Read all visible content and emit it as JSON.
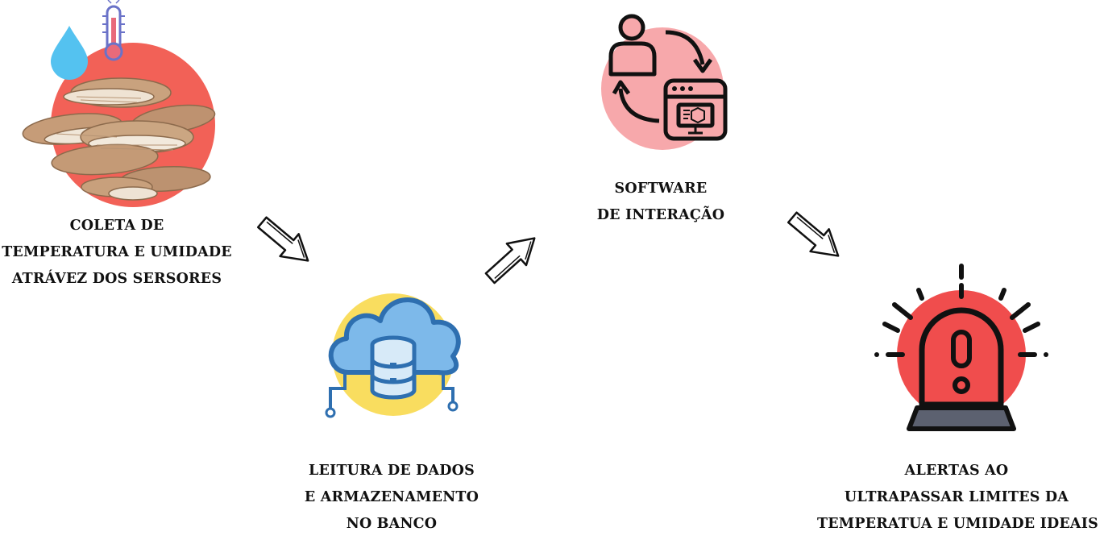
{
  "steps": [
    {
      "lines": [
        "COLETA DE",
        "TEMPERATURA E UMIDADE",
        "ATRÁVEZ DOS SERSORES"
      ]
    },
    {
      "lines": [
        "LEITURA DE DADOS",
        "E ARMAZENAMENTO",
        "NO BANCO"
      ]
    },
    {
      "lines": [
        "SOFTWARE",
        "DE INTERAÇÃO"
      ]
    },
    {
      "lines": [
        "ALERTAS AO",
        "ULTRAPASSAR LIMITES DA",
        "TEMPERATUA E UMIDADE IDEAIS"
      ]
    }
  ],
  "icons": {
    "step1": "mushroom-sensor-icon",
    "step2": "cloud-database-icon",
    "step3": "user-software-icon",
    "step4": "alarm-siren-icon",
    "connector": "hand-drawn-arrow-icon"
  },
  "colors": {
    "red_circle": "#F26157",
    "yellow_circle": "#F9DD5F",
    "pink_circle": "#F7A8AB",
    "alarm_circle": "#F04D4D",
    "cloud_blue": "#7DB9EA",
    "cloud_outline": "#2E6FB0",
    "water_drop": "#54C2F0",
    "mushroom": "#C9A27E",
    "text": "#111111"
  }
}
